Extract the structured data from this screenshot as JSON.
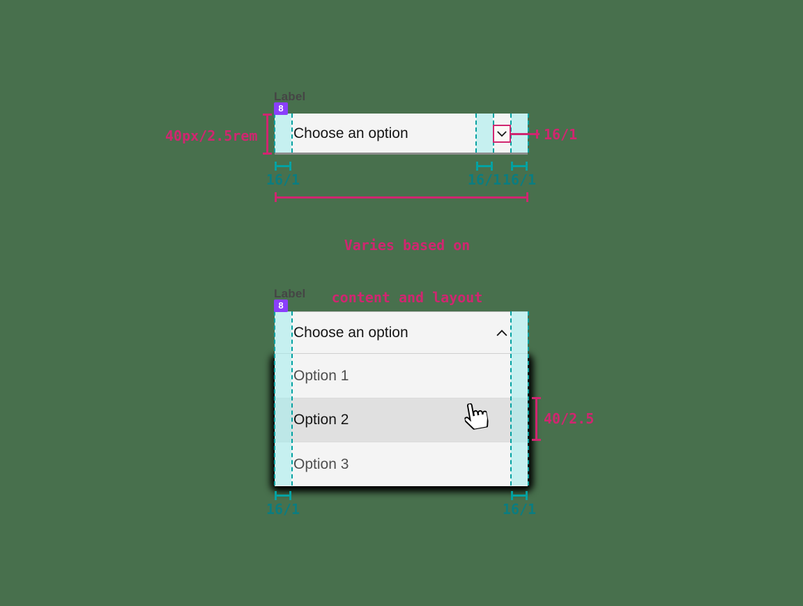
{
  "colors": {
    "background": "#48704d",
    "field_bg": "#f4f4f4",
    "hover_bg": "#e0e0e0",
    "text_primary": "#161616",
    "text_secondary": "#4f4f4f",
    "label_text": "#454545",
    "badge_bg": "#8a3ffc",
    "magenta_annotation": "#d02670",
    "teal_annotation": "#00a2a2",
    "teal_text": "#0b7d80",
    "teal_fill": "rgba(160,236,236,0.55)",
    "field_border_bottom": "#8d8d8d"
  },
  "closed_dropdown": {
    "label": "Label",
    "label_spacing_badge": "8",
    "value": "Choose an option",
    "chevron_icon": "chevron-down",
    "height_annotation": "40px/2.5rem",
    "icon_size_annotation": "16/1",
    "left_padding_annotation": "16/1",
    "icon_left_padding_annotation": "16/1",
    "right_padding_annotation": "16/1",
    "width_annotation": [
      "Varies based on",
      "content and layout"
    ]
  },
  "open_dropdown": {
    "label": "Label",
    "label_spacing_badge": "8",
    "value": "Choose an option",
    "chevron_icon": "chevron-up",
    "options": [
      "Option 1",
      "Option 2",
      "Option 3"
    ],
    "hovered_option": "Option 2",
    "option_height_annotation": "40/2.5",
    "left_padding_annotation": "16/1",
    "right_padding_annotation": "16/1"
  }
}
